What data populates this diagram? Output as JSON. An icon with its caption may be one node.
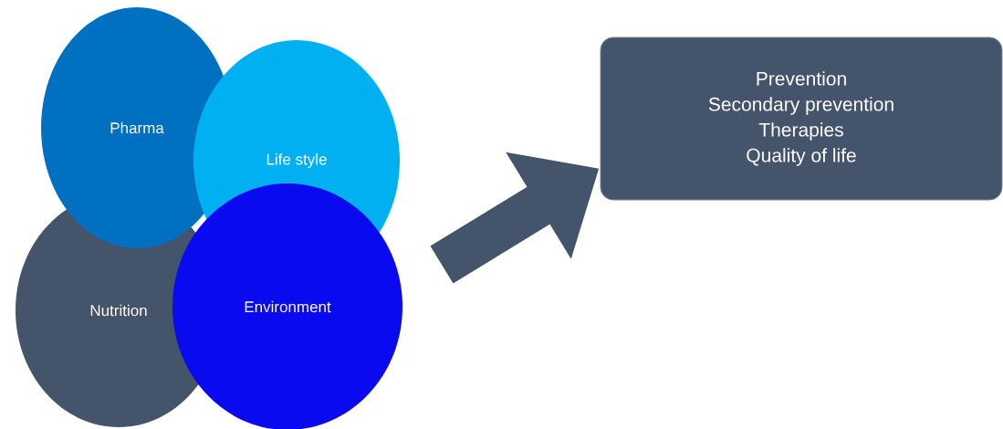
{
  "diagram": {
    "nodes": [
      {
        "text": [
          "Pharma"
        ]
      },
      {
        "text": [
          "Life style"
        ]
      },
      {
        "text": [
          "Nutrition"
        ]
      },
      {
        "text": [
          "Environment"
        ]
      },
      {
        "text": [
          "Prevention",
          "Secondary prevention",
          "Therapies",
          "Quality of life"
        ]
      }
    ],
    "edges": [
      {
        "from": null,
        "to": 4,
        "arrow": "to"
      }
    ]
  }
}
